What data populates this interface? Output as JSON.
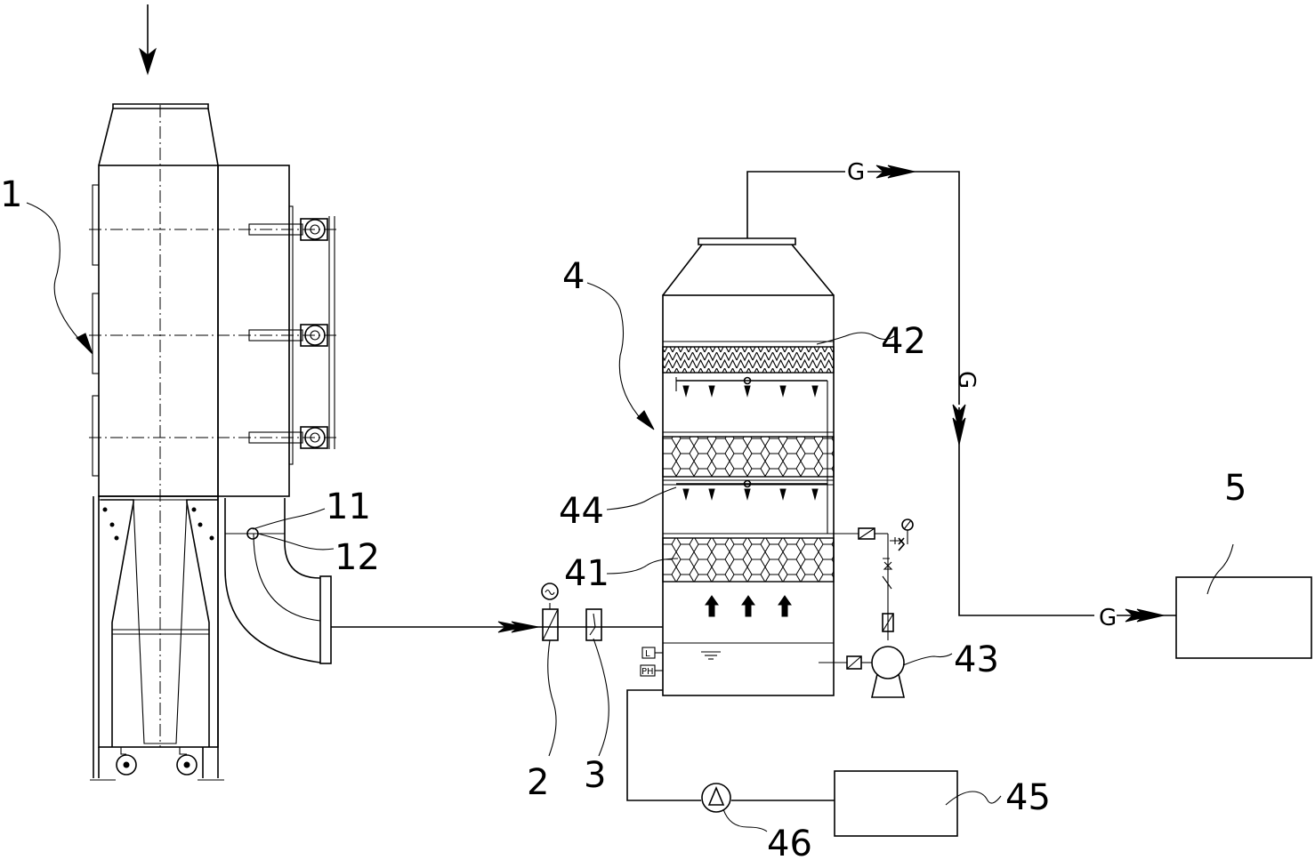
{
  "labels": {
    "l1": "1",
    "l11": "11",
    "l12": "12",
    "l2": "2",
    "l3": "3",
    "l4": "4",
    "l41": "41",
    "l42": "42",
    "l43": "43",
    "l44": "44",
    "l45": "45",
    "l46": "46",
    "l5": "5"
  },
  "flow_markers": {
    "g_top": "G",
    "g_right": "G",
    "g_bottom": "G"
  },
  "instruments": {
    "level": "L",
    "ph": "PH"
  }
}
